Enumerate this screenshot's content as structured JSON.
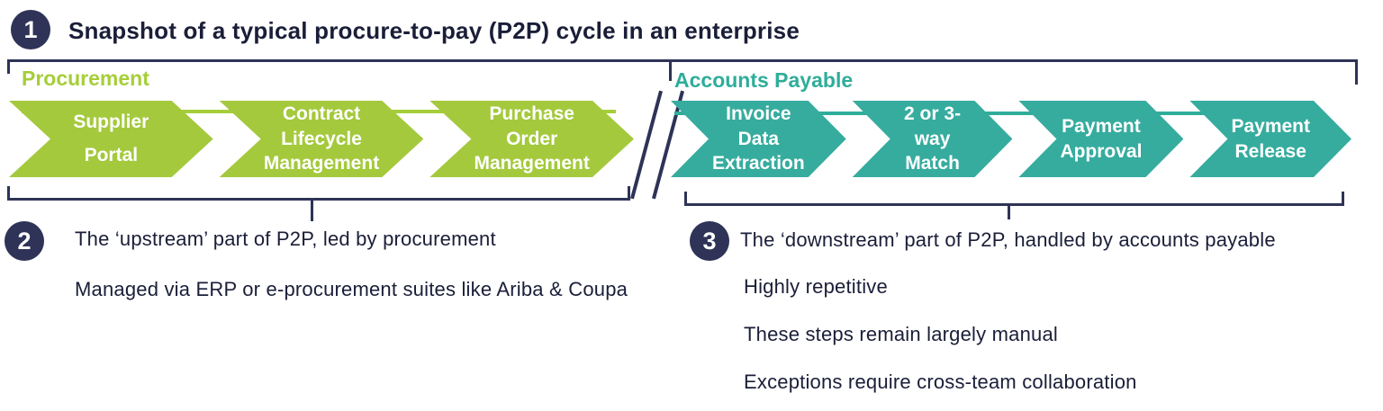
{
  "colors": {
    "navy": "#2E3357",
    "text": "#1A1E38",
    "green": "#A6CE39",
    "green_fill": "#A4C93D",
    "teal": "#2FAD9A",
    "teal_fill": "#36AC9E"
  },
  "step1": {
    "number": "1",
    "title": "Snapshot of a typical procure-to-pay (P2P) cycle in an enterprise"
  },
  "procurement": {
    "label": "Procurement",
    "arrows": [
      {
        "label": "Supplier\nPortal"
      },
      {
        "label": "Contract\nLifecycle\nManagement"
      },
      {
        "label": "Purchase Order\nManagement"
      }
    ]
  },
  "accounts_payable": {
    "label": "Accounts Payable",
    "arrows": [
      {
        "label": "Invoice Data\nExtraction"
      },
      {
        "label": "2 or 3-way\nMatch"
      },
      {
        "label": "Payment\nApproval"
      },
      {
        "label": "Payment\nRelease"
      }
    ]
  },
  "step2": {
    "number": "2",
    "lines": [
      "The ‘upstream’ part of P2P, led by procurement",
      "Managed via ERP or e-procurement suites like Ariba & Coupa"
    ]
  },
  "step3": {
    "number": "3",
    "heading": "The ‘downstream’ part of P2P, handled by accounts payable",
    "bullets": [
      "Highly repetitive",
      "These steps remain largely manual",
      "Exceptions require cross-team collaboration"
    ]
  }
}
